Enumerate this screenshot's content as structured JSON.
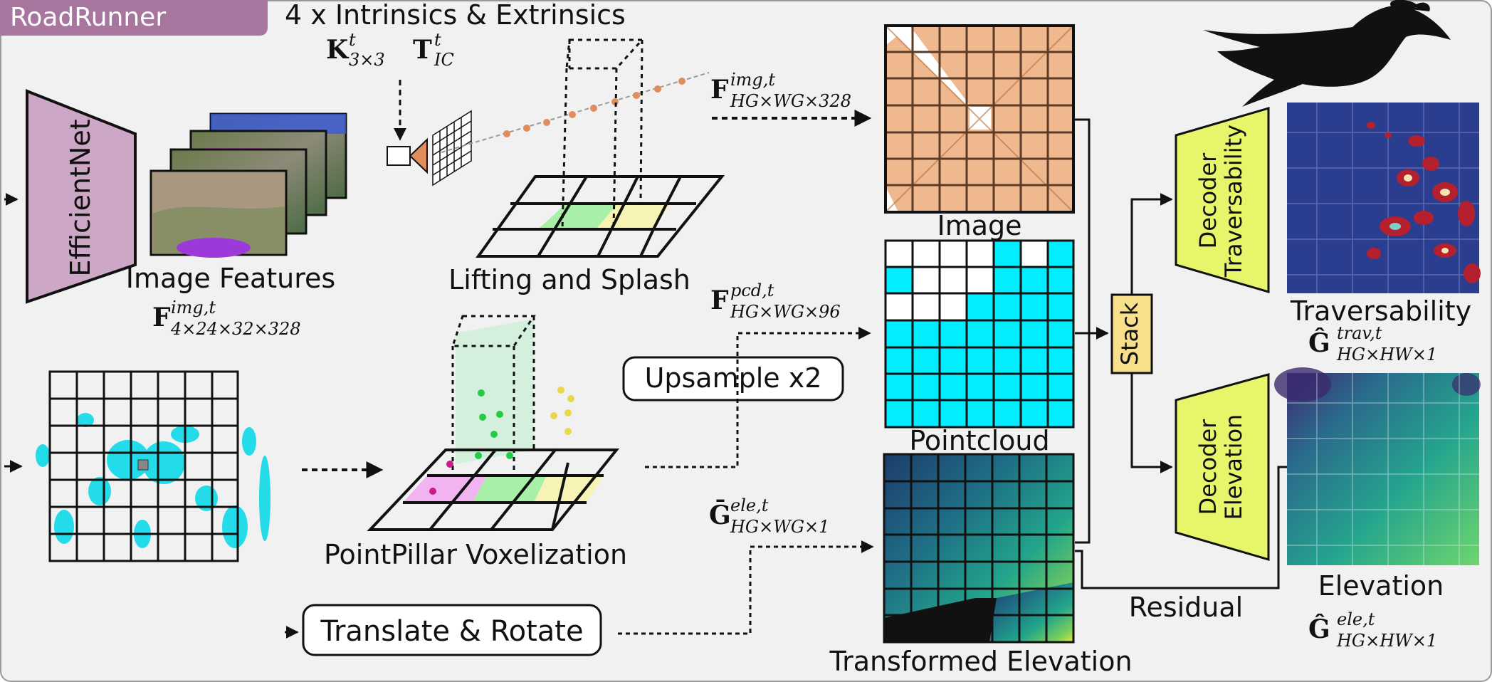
{
  "title": "RoadRunner",
  "colors": {
    "background": "#f1f1f1",
    "title_bg": "#a8759f",
    "efficientnet": "#cda8c6",
    "decoder": "#e6f56a",
    "stack": "#f8df8c",
    "pointcloud_cell": "#00eeff",
    "image_grid": "#efb88f",
    "lift_green": "#a8f0a8",
    "lift_yellow": "#f6f3b4",
    "pillar_pink": "#f1b4f0",
    "point_green": "#22cc44",
    "point_yellow": "#e8d84a",
    "ray_dot": "#e08c5c"
  },
  "labels": {
    "intrinsics": "4 x Intrinsics & Extrinsics",
    "efficientnet": "EfficientNet",
    "image_features": "Image Features",
    "lifting": "Lifting and Splash",
    "pointpillar": "PointPillar Voxelization",
    "upsample": "Upsample x2",
    "translate": "Translate & Rotate",
    "image": "Image",
    "pointcloud": "Pointcloud",
    "transformed_elevation": "Transformed Elevation",
    "stack": "Stack",
    "decoder_trav_1": "Decoder",
    "decoder_trav_2": "Traversability",
    "decoder_elev_1": "Decoder",
    "decoder_elev_2": "Elevation",
    "traversability": "Traversability",
    "elevation": "Elevation",
    "residual": "Residual"
  },
  "math": {
    "K": {
      "main": "K",
      "sup": "t",
      "sub": "3×3"
    },
    "T": {
      "main": "T",
      "sup": "t",
      "sub": "IC"
    },
    "F_img_features": {
      "main": "F",
      "sup": "img,t",
      "sub": "4×24×32×328"
    },
    "F_img": {
      "main": "F",
      "sup": "img,t",
      "sub": "HG×WG×328"
    },
    "F_pcd": {
      "main": "F",
      "sup": "pcd,t",
      "sub": "HG×WG×96"
    },
    "G_ele_in": {
      "main": "Ḡ",
      "sup": "ele,t",
      "sub": "HG×WG×1"
    },
    "G_trav_out": {
      "main": "Ĝ",
      "sup": "trav,t",
      "sub": "HG×HW×1"
    },
    "G_ele_out": {
      "main": "Ĝ",
      "sup": "ele,t",
      "sub": "HG×HW×1"
    }
  }
}
